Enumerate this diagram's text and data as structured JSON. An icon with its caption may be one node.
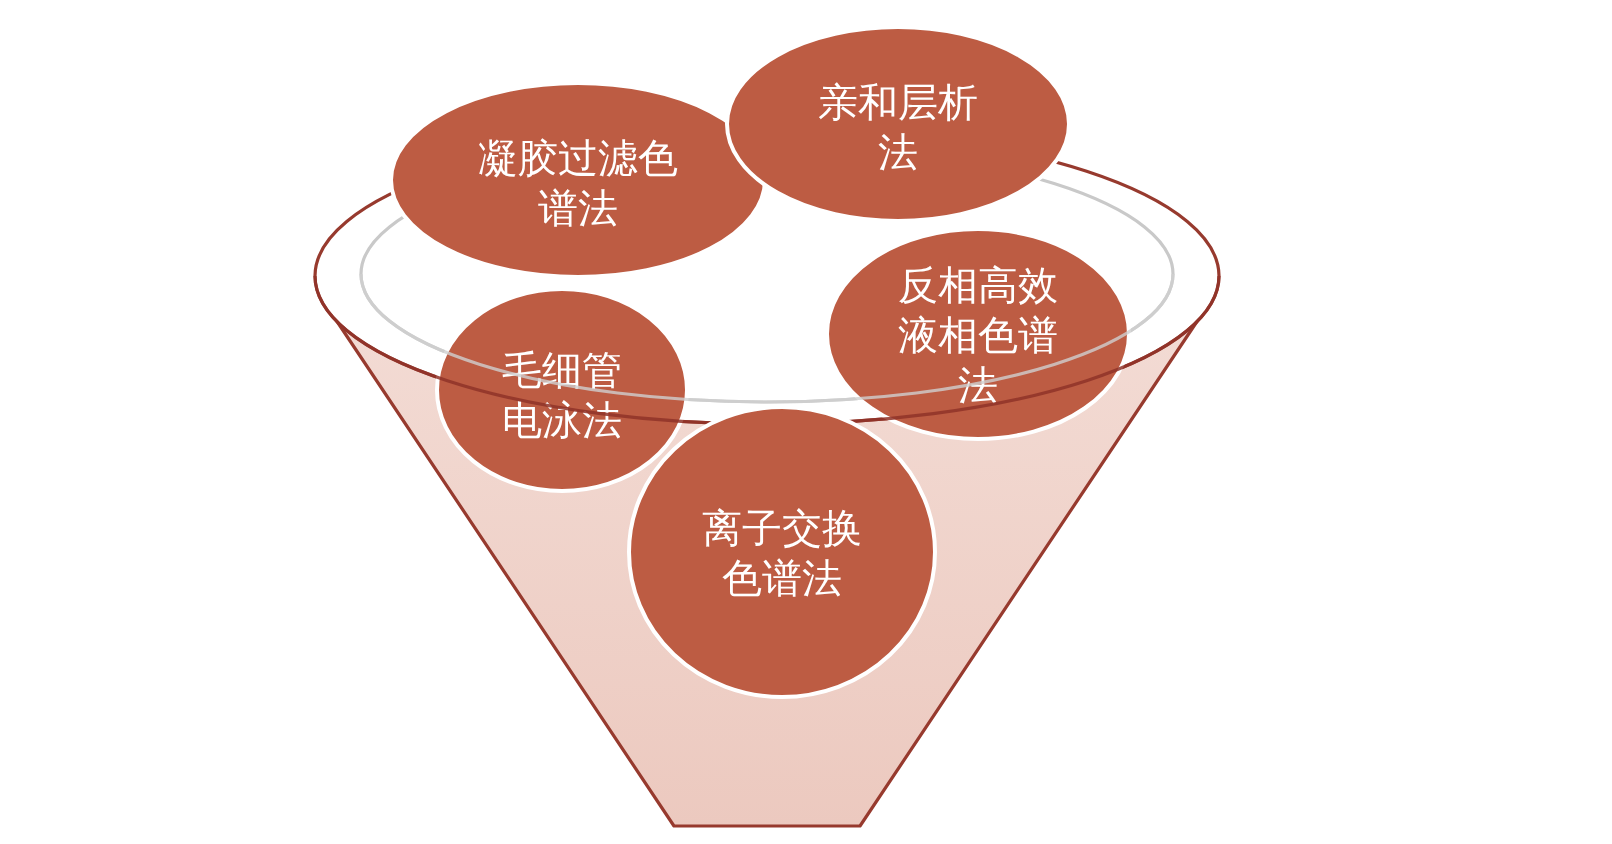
{
  "diagram": {
    "nodes": [
      {
        "text": [
          "凝胶过滤色谱法"
        ]
      },
      {
        "text": [
          "亲和层析法"
        ]
      },
      {
        "text": [
          "毛细管电泳法"
        ]
      },
      {
        "text": [
          "反相高效液相色谱法"
        ]
      },
      {
        "text": [
          "离子交换色谱法"
        ]
      }
    ]
  }
}
